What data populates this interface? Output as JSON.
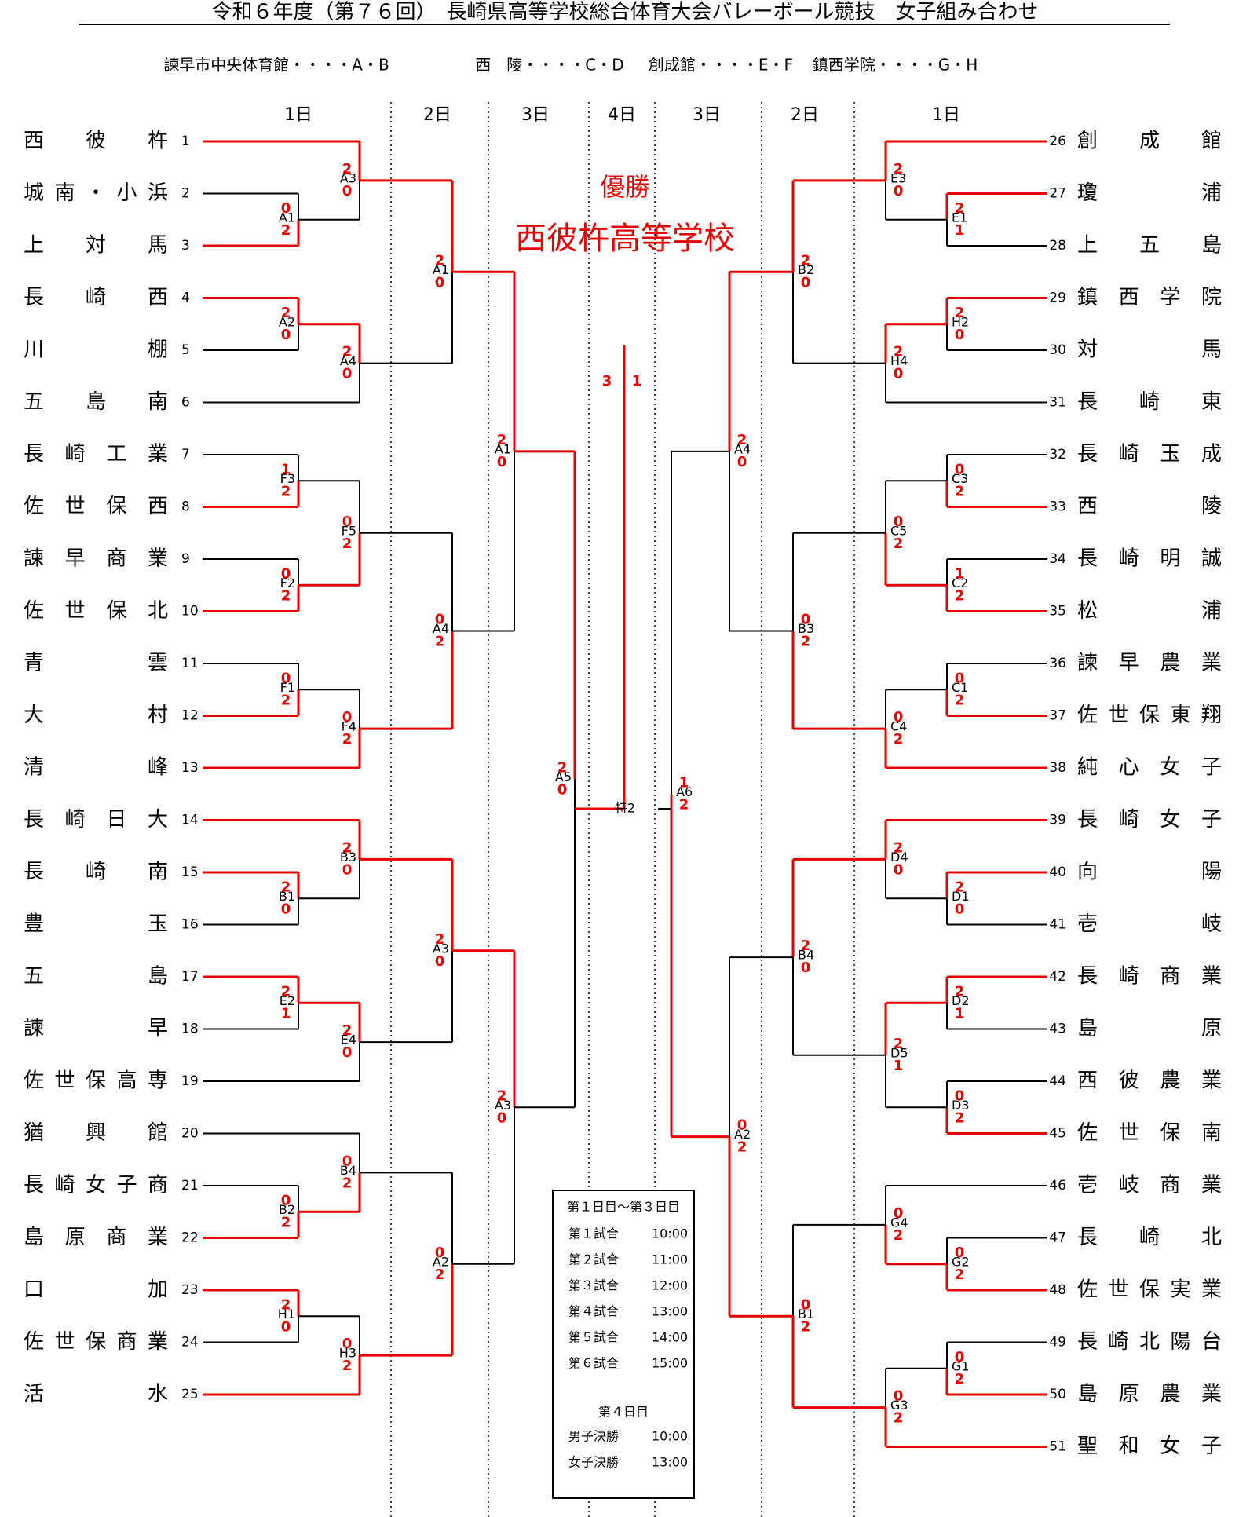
{
  "header": {
    "title": "令和６年度（第７６回）　長崎県高等学校総合体育大会バレーボール競技　女子組み合わせ",
    "venues": [
      "諫早市中央体育館・・・・A・B",
      "西　陵・・・・C・D",
      "創成館・・・・E・F",
      "鎮西学院・・・・G・H"
    ]
  },
  "day_labels": [
    "1日",
    "2日",
    "3日",
    "4日",
    "3日",
    "2日",
    "1日"
  ],
  "champion": {
    "label": "優勝",
    "school": "西彼杵高等学校"
  },
  "final": {
    "name": "特2",
    "left_score": "3",
    "right_score": "1"
  },
  "teams_left": [
    {
      "no": "1",
      "name": "西彼杵"
    },
    {
      "no": "2",
      "name": "城南・小浜"
    },
    {
      "no": "3",
      "name": "上対馬"
    },
    {
      "no": "4",
      "name": "長崎西"
    },
    {
      "no": "5",
      "name": "川棚"
    },
    {
      "no": "6",
      "name": "五島南"
    },
    {
      "no": "7",
      "name": "長崎工業"
    },
    {
      "no": "8",
      "name": "佐世保西"
    },
    {
      "no": "9",
      "name": "諫早商業"
    },
    {
      "no": "10",
      "name": "佐世保北"
    },
    {
      "no": "11",
      "name": "青雲"
    },
    {
      "no": "12",
      "name": "大村"
    },
    {
      "no": "13",
      "name": "清峰"
    },
    {
      "no": "14",
      "name": "長崎日大"
    },
    {
      "no": "15",
      "name": "長崎南"
    },
    {
      "no": "16",
      "name": "豊玉"
    },
    {
      "no": "17",
      "name": "五島"
    },
    {
      "no": "18",
      "name": "諫早"
    },
    {
      "no": "19",
      "name": "佐世保高専"
    },
    {
      "no": "20",
      "name": "猶興館"
    },
    {
      "no": "21",
      "name": "長崎女子商"
    },
    {
      "no": "22",
      "name": "島原商業"
    },
    {
      "no": "23",
      "name": "口加"
    },
    {
      "no": "24",
      "name": "佐世保商業"
    },
    {
      "no": "25",
      "name": "活水"
    }
  ],
  "teams_right": [
    {
      "no": "26",
      "name": "創成館"
    },
    {
      "no": "27",
      "name": "瓊浦"
    },
    {
      "no": "28",
      "name": "上五島"
    },
    {
      "no": "29",
      "name": "鎮西学院"
    },
    {
      "no": "30",
      "name": "対馬"
    },
    {
      "no": "31",
      "name": "長崎東"
    },
    {
      "no": "32",
      "name": "長崎玉成"
    },
    {
      "no": "33",
      "name": "西陵"
    },
    {
      "no": "34",
      "name": "長崎明誠"
    },
    {
      "no": "35",
      "name": "松浦"
    },
    {
      "no": "36",
      "name": "諫早農業"
    },
    {
      "no": "37",
      "name": "佐世保東翔"
    },
    {
      "no": "38",
      "name": "純心女子"
    },
    {
      "no": "39",
      "name": "長崎女子"
    },
    {
      "no": "40",
      "name": "向陽"
    },
    {
      "no": "41",
      "name": "壱岐"
    },
    {
      "no": "42",
      "name": "長崎商業"
    },
    {
      "no": "43",
      "name": "島原"
    },
    {
      "no": "44",
      "name": "西彼農業"
    },
    {
      "no": "45",
      "name": "佐世保南"
    },
    {
      "no": "46",
      "name": "壱岐商業"
    },
    {
      "no": "47",
      "name": "長崎北"
    },
    {
      "no": "48",
      "name": "佐世保実業"
    },
    {
      "no": "49",
      "name": "長崎北陽台"
    },
    {
      "no": "50",
      "name": "島原農業"
    },
    {
      "no": "51",
      "name": "聖和女子"
    }
  ],
  "schedule": {
    "heading1": "第１日目～第３日目",
    "rows1": [
      {
        "label": "第１試合",
        "time": "10:00"
      },
      {
        "label": "第２試合",
        "time": "11:00"
      },
      {
        "label": "第３試合",
        "time": "12:00"
      },
      {
        "label": "第４試合",
        "time": "13:00"
      },
      {
        "label": "第５試合",
        "time": "14:00"
      },
      {
        "label": "第６試合",
        "time": "15:00"
      }
    ],
    "heading2": "第４日目",
    "rows2": [
      {
        "label": "男子決勝",
        "time": "10:00"
      },
      {
        "label": "女子決勝",
        "time": "13:00"
      }
    ]
  },
  "colors": {
    "winner": "#e60000",
    "loser": "#000000",
    "score": "#e60000",
    "text": "#000000"
  },
  "matches": {
    "A3": [
      "2",
      "0"
    ],
    "A1L": [
      "0",
      "2"
    ],
    "A2L": [
      "2",
      "0"
    ],
    "A4L": [
      "2",
      "0"
    ],
    "F3": [
      "1",
      "2"
    ],
    "F2": [
      "0",
      "2"
    ],
    "F5": [
      "0",
      "2"
    ],
    "F1": [
      "0",
      "2"
    ],
    "F4": [
      "0",
      "2"
    ],
    "A1": [
      "2",
      "0"
    ],
    "A4": [
      "0",
      "2"
    ],
    "A1S": [
      "2",
      "0"
    ],
    "B1L": [
      "2",
      "0"
    ],
    "B3L": [
      "2",
      "0"
    ],
    "E2": [
      "2",
      "1"
    ],
    "E4": [
      "2",
      "0"
    ],
    "B2L": [
      "0",
      "2"
    ],
    "B4L": [
      "0",
      "2"
    ],
    "H1": [
      "2",
      "0"
    ],
    "H3": [
      "0",
      "2"
    ],
    "A3M": [
      "2",
      "0"
    ],
    "A2M": [
      "0",
      "2"
    ],
    "A3S": [
      "2",
      "0"
    ],
    "A5": [
      "2",
      "0"
    ],
    "E3": [
      "2",
      "0"
    ],
    "E1": [
      "2",
      "1"
    ],
    "H2": [
      "2",
      "0"
    ],
    "H4": [
      "2",
      "0"
    ],
    "C3": [
      "0",
      "2"
    ],
    "C2": [
      "1",
      "2"
    ],
    "C5": [
      "0",
      "2"
    ],
    "C1": [
      "0",
      "2"
    ],
    "C4": [
      "0",
      "2"
    ],
    "B2": [
      "2",
      "0"
    ],
    "B3": [
      "0",
      "2"
    ],
    "A4R": [
      "2",
      "0"
    ],
    "D4": [
      "2",
      "0"
    ],
    "D1": [
      "2",
      "0"
    ],
    "D2": [
      "2",
      "1"
    ],
    "D3": [
      "0",
      "2"
    ],
    "D5": [
      "2",
      "1"
    ],
    "G4": [
      "0",
      "2"
    ],
    "G2": [
      "0",
      "2"
    ],
    "G1": [
      "0",
      "2"
    ],
    "G3": [
      "0",
      "2"
    ],
    "B4": [
      "2",
      "0"
    ],
    "B1": [
      "0",
      "2"
    ],
    "A2R": [
      "0",
      "2"
    ],
    "A6": [
      "1",
      "2"
    ]
  }
}
